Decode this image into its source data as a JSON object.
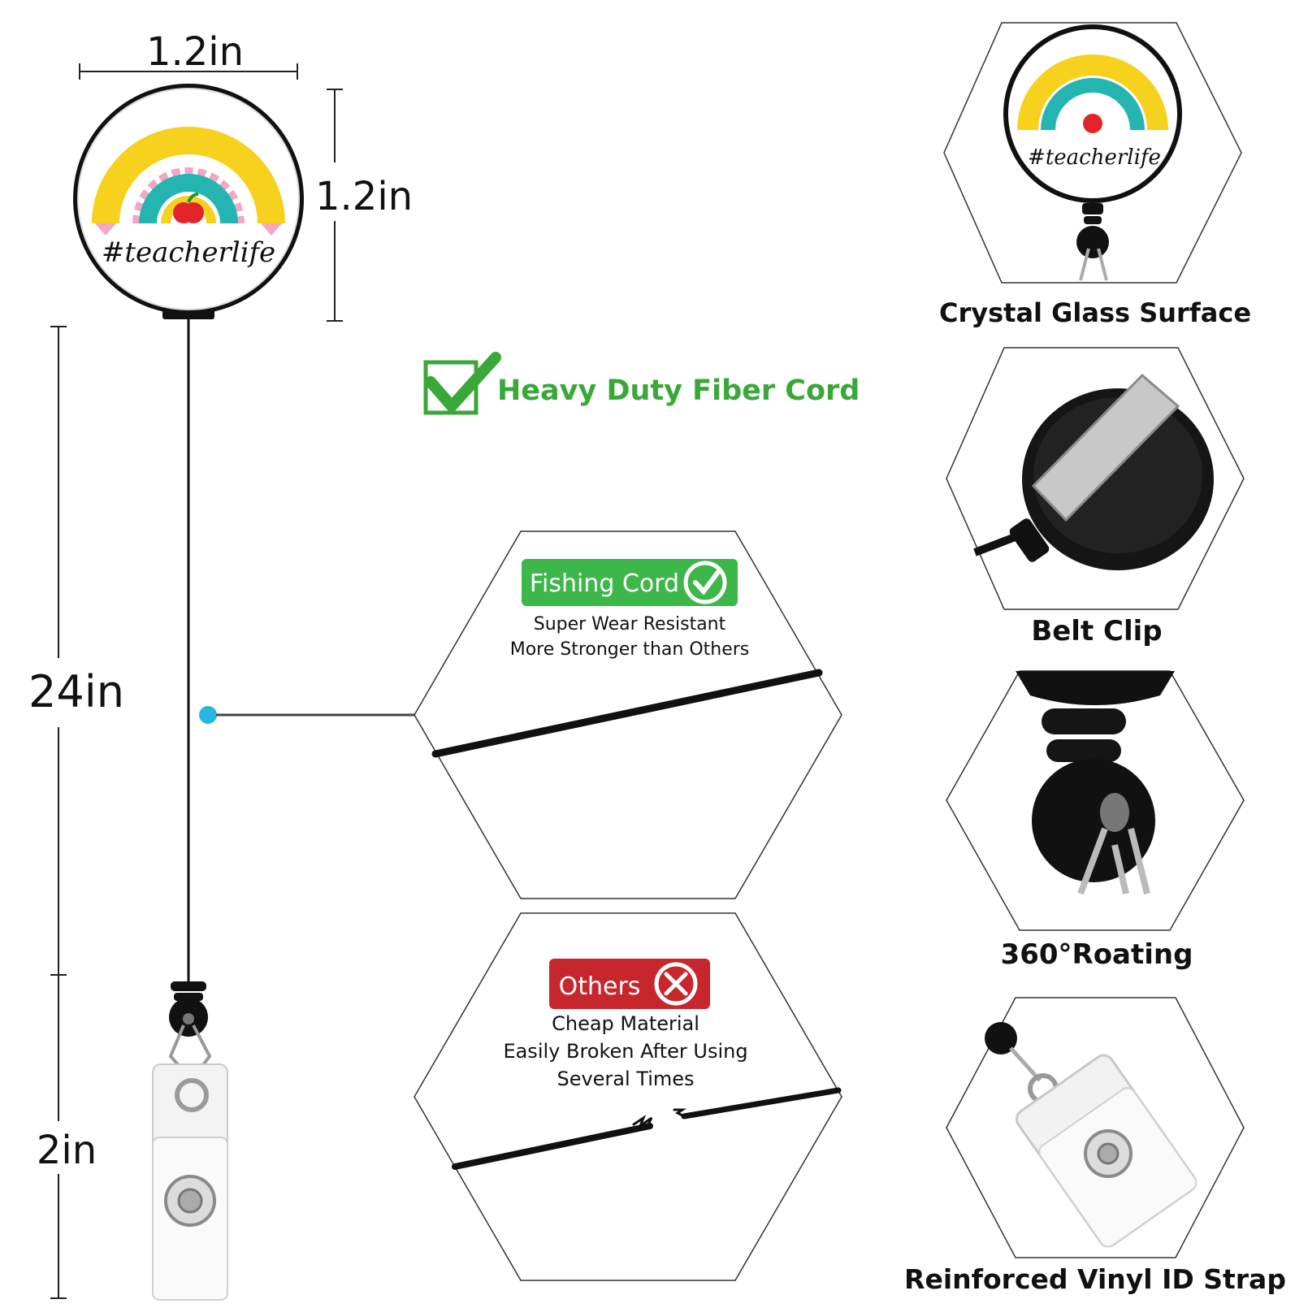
{
  "dimensions": {
    "badge_width": "1.2in",
    "badge_height": "1.2in",
    "cord_length": "24in",
    "strap_length": "2in"
  },
  "badge": {
    "text": "#teacherlife"
  },
  "heavy_duty": {
    "label": "Heavy Duty Fiber Cord",
    "color": "#3aa838"
  },
  "fishing_cord": {
    "tag": "Fishing Cord",
    "tag_color": "#3db64a",
    "line1": "Super Wear Resistant",
    "line2": "More Stronger than Others"
  },
  "others": {
    "tag": "Others",
    "tag_color": "#c8262d",
    "line1": "Cheap Material",
    "line2": "Easily Broken After Using",
    "line3": "Several Times"
  },
  "features": [
    {
      "caption": "Crystal Glass Surface",
      "icon": "badge-reel-icon"
    },
    {
      "caption": "Belt Clip",
      "icon": "belt-clip-icon"
    },
    {
      "caption": "360°Roating",
      "icon": "swivel-icon"
    },
    {
      "caption": "Reinforced Vinyl ID Strap",
      "icon": "vinyl-strap-icon"
    }
  ],
  "accent_dot_color": "#29b6e0"
}
